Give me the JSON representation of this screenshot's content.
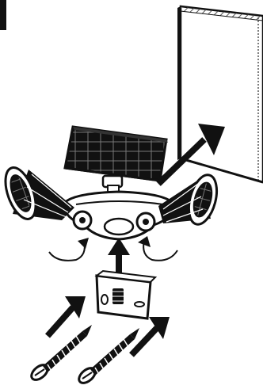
{
  "figure": {
    "type": "installation-diagram",
    "step_badge": "",
    "colors": {
      "ink": "#111111",
      "paper": "#ffffff",
      "wall_hatch": "#555555"
    },
    "parts": [
      "wall",
      "solar-panel",
      "light-head-left",
      "light-head-right",
      "mount-body",
      "mounting-bracket",
      "screw-left",
      "screw-right"
    ],
    "arrows": [
      "arrow-to-wall",
      "arrow-bracket-to-mount",
      "arrow-screw-left",
      "arrow-screw-right",
      "rotate-arrow-left",
      "rotate-arrow-right"
    ]
  }
}
